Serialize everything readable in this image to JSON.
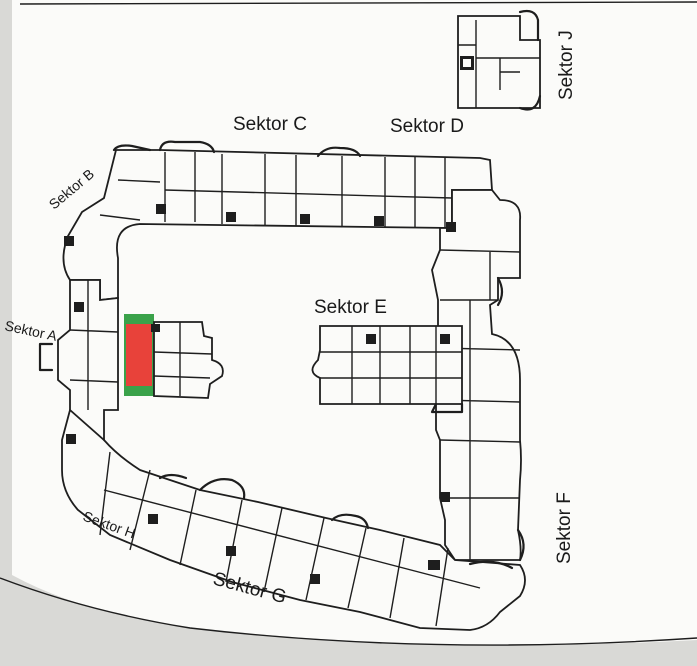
{
  "map": {
    "sectors": [
      {
        "id": "A",
        "label": "Sektor A"
      },
      {
        "id": "B",
        "label": "Sektor B"
      },
      {
        "id": "C",
        "label": "Sektor C"
      },
      {
        "id": "D",
        "label": "Sektor D"
      },
      {
        "id": "E",
        "label": "Sektor E"
      },
      {
        "id": "F",
        "label": "Sektor F"
      },
      {
        "id": "G",
        "label": "Sektor G"
      },
      {
        "id": "H",
        "label": "Sektor H"
      },
      {
        "id": "J",
        "label": "Sektor J"
      }
    ],
    "highlight": {
      "sector": "A",
      "fill_color": "#e8423a",
      "border_color": "#3aa24a"
    }
  },
  "colors": {
    "paper": "#fbfbf9",
    "background": "#d9d9d6",
    "ink": "#1e1e1e"
  }
}
